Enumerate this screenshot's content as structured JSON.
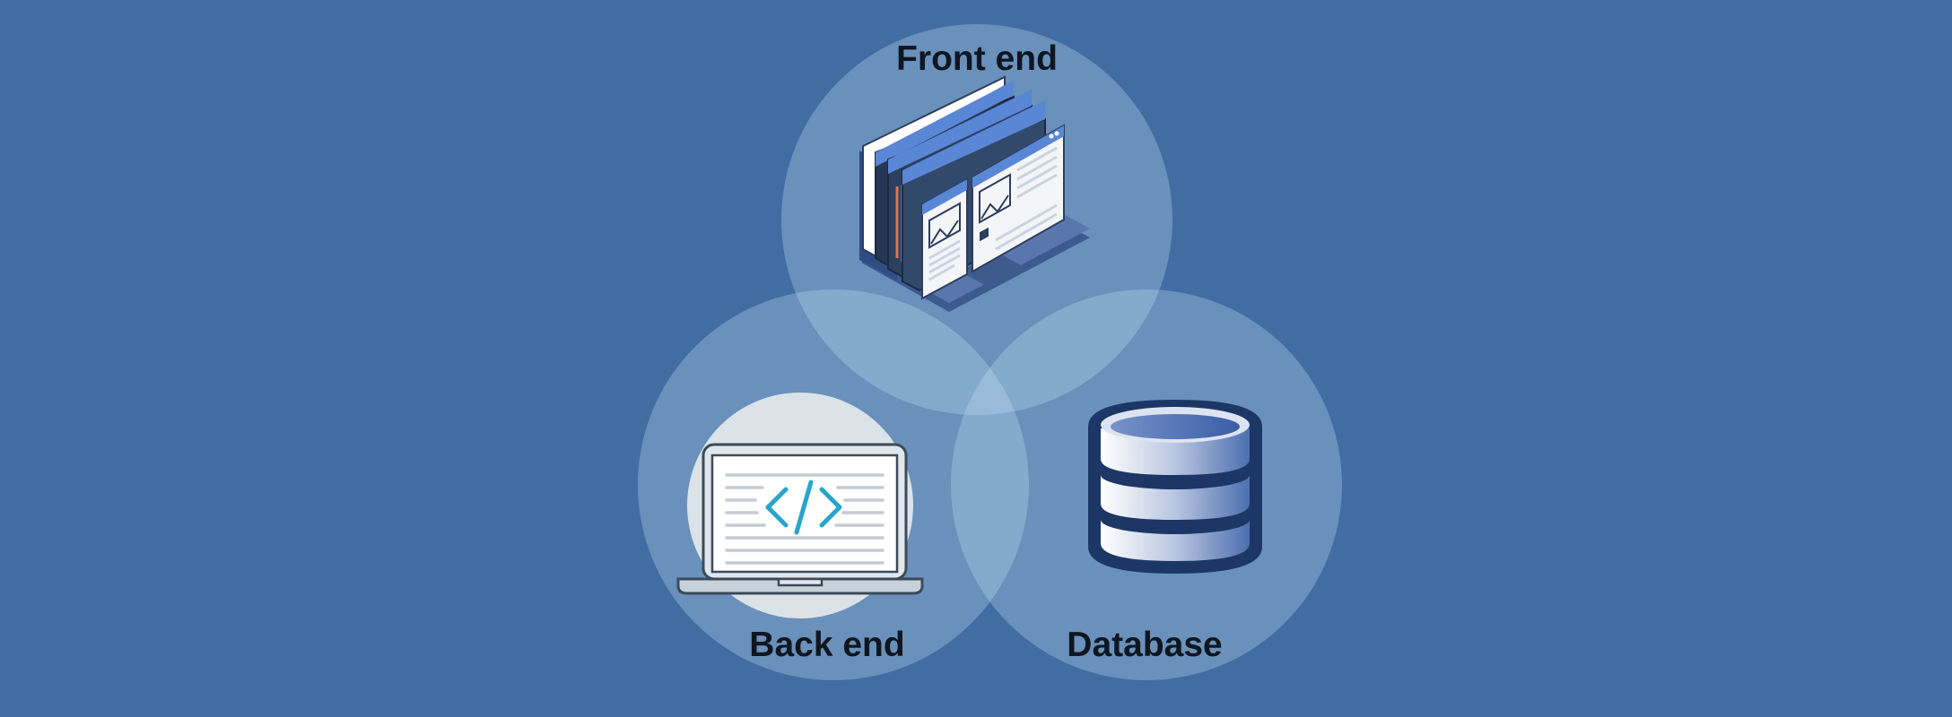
{
  "diagram": {
    "type": "venn",
    "sets": [
      {
        "id": "front",
        "label": "Front end",
        "icon": "web-pages-laptop-icon"
      },
      {
        "id": "back",
        "label": "Back end",
        "icon": "code-laptop-icon"
      },
      {
        "id": "db",
        "label": "Database",
        "icon": "database-icon"
      }
    ],
    "code_glyph": "</>"
  },
  "colors": {
    "background": "#426da3",
    "circle_fill": "rgba(195,230,245,0.30)",
    "label": "#0f1620",
    "code_accent": "#27a5cc",
    "db_outline": "#1c3766",
    "laptop_outline": "#3c4a58",
    "page_laptop_base": "#5a77ad"
  }
}
